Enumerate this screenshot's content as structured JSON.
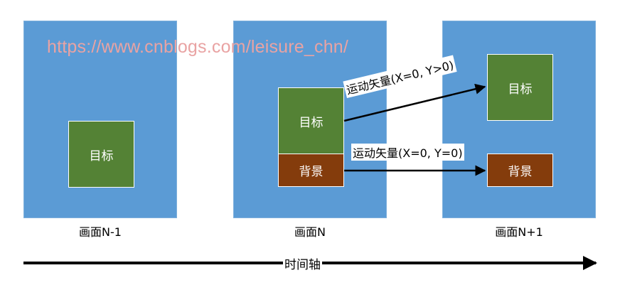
{
  "watermark": "https://www.cnblogs.com/leisure_chn/",
  "frames": [
    {
      "caption": "画面N-1",
      "target_label": "目标"
    },
    {
      "caption": "画面N",
      "target_label": "目标",
      "background_label": "背景"
    },
    {
      "caption": "画面N+1",
      "target_label": "目标",
      "background_label": "背景"
    }
  ],
  "motion_vectors": {
    "target": "运动矢量(X=0, Y>0)",
    "background": "运动矢量(X=0, Y=0)"
  },
  "timeline_label": "时间轴",
  "colors": {
    "frame": "#5b9bd5",
    "target": "#548235",
    "background": "#843c0c",
    "watermark": "#e9a3a3"
  }
}
